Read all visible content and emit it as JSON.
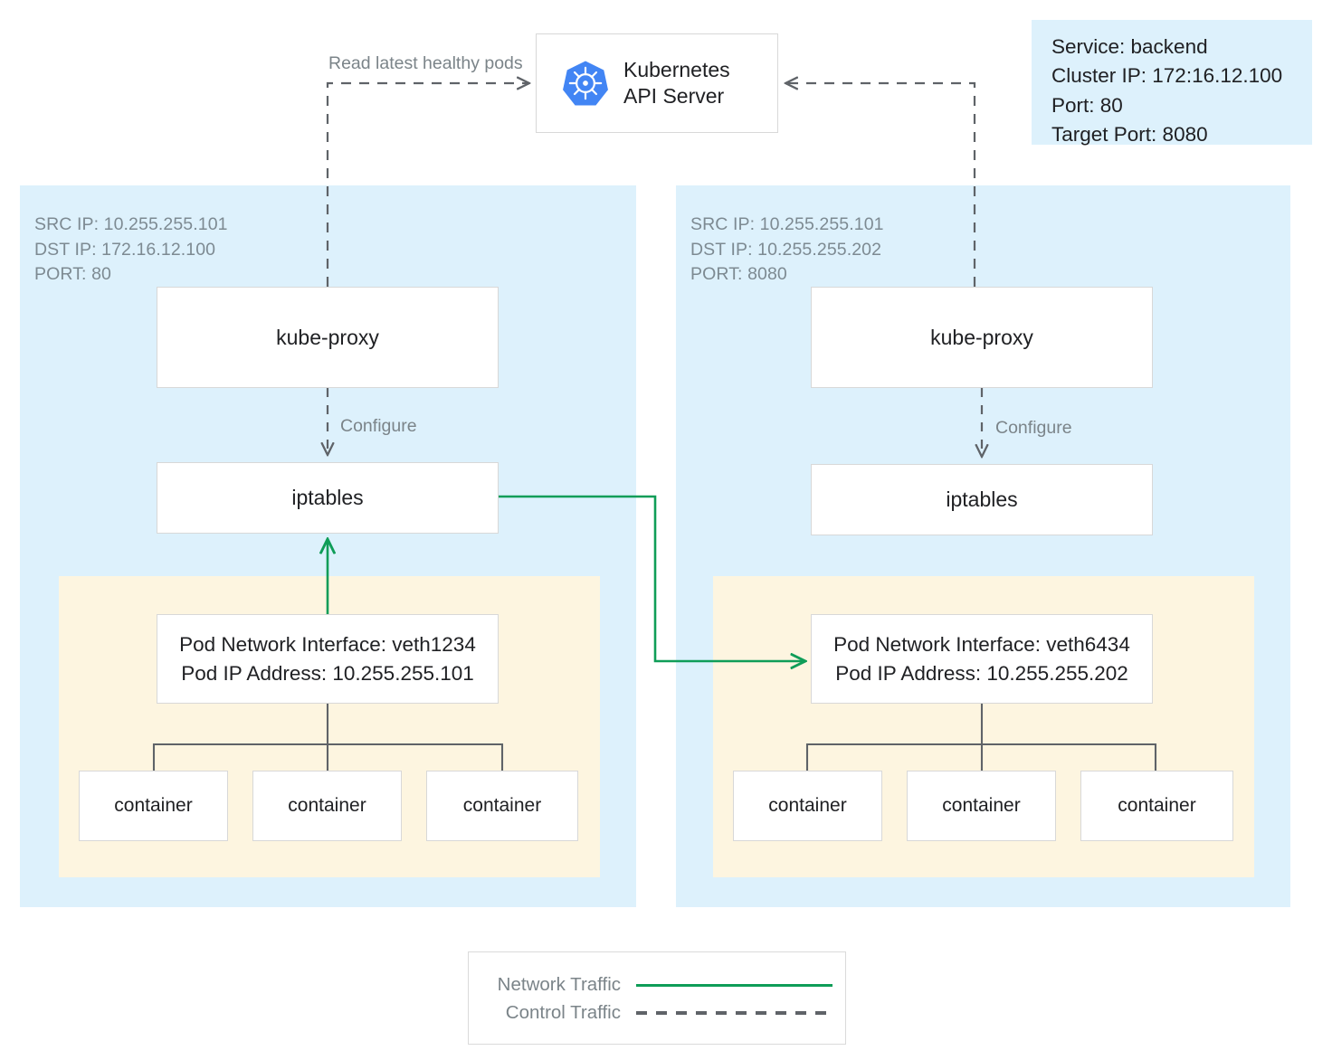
{
  "diagram": {
    "title": "Kubernetes kube-proxy iptables service routing",
    "colors": {
      "node_panel": "#ddf1fc",
      "pod_panel": "#fdf5e0",
      "network_traffic": "#0f9d58",
      "control_traffic": "#5f6368",
      "box_border": "#d8d8d8",
      "meta_text": "#7d8a92",
      "body_text": "#202124",
      "k8s_blue": "#4285f4"
    }
  },
  "api_server": {
    "icon": "kubernetes-helm-icon",
    "label": "Kubernetes\nAPI Server"
  },
  "service_info": {
    "text": "Service: backend\nCluster IP: 172:16.12.100\nPort: 80\nTarget Port: 8080",
    "lines": [
      "Service: backend",
      "Cluster IP: 172:16.12.100",
      "Port: 80",
      "Target Port: 8080"
    ]
  },
  "edges": {
    "read_pods_label": "Read latest healthy pods",
    "configure_label_left": "Configure",
    "configure_label_right": "Configure"
  },
  "nodes": [
    {
      "id": "node-left",
      "meta": "SRC IP: 10.255.255.101\nDST IP: 172.16.12.100\nPORT: 80",
      "meta_lines": [
        "SRC IP: 10.255.255.101",
        "DST IP: 172.16.12.100",
        "PORT: 80"
      ],
      "kube_proxy_label": "kube-proxy",
      "iptables_label": "iptables",
      "pod": {
        "interface_text": "Pod Network Interface: veth1234\nPod IP Address: 10.255.255.101",
        "interface_name": "veth1234",
        "pod_ip": "10.255.255.101",
        "containers": [
          "container",
          "container",
          "container"
        ]
      }
    },
    {
      "id": "node-right",
      "meta": "SRC IP: 10.255.255.101\nDST IP: 10.255.255.202\nPORT: 8080",
      "meta_lines": [
        "SRC IP: 10.255.255.101",
        "DST IP: 10.255.255.202",
        "PORT: 8080"
      ],
      "kube_proxy_label": "kube-proxy",
      "iptables_label": "iptables",
      "pod": {
        "interface_text": "Pod Network Interface: veth6434\nPod IP Address: 10.255.255.202",
        "interface_name": "veth6434",
        "pod_ip": "10.255.255.202",
        "containers": [
          "container",
          "container",
          "container"
        ]
      }
    }
  ],
  "legend": {
    "items": [
      {
        "label": "Network Traffic",
        "style": "solid",
        "color": "#0f9d58"
      },
      {
        "label": "Control Traffic",
        "style": "dashed",
        "color": "#5f6368"
      }
    ]
  }
}
